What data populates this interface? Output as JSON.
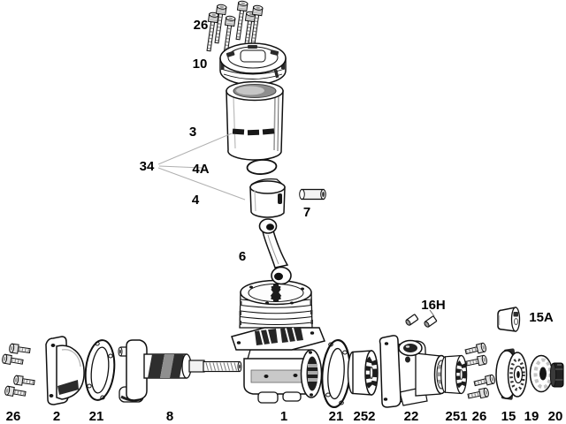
{
  "figure": {
    "type": "exploded-parts-diagram",
    "subject": "model engine exploded view",
    "colors": {
      "background": "#ffffff",
      "line": "#111111",
      "dark_fill": "#222222",
      "mid_gray": "#999999",
      "light_gray": "#e8e8e8"
    },
    "labels": {
      "top_screws": "26",
      "cylinder_head": "10",
      "cylinder_liner": "3",
      "piston_set": "34",
      "piston_ring": "4A",
      "piston": "4",
      "piston_pin": "7",
      "connecting_rod": "6",
      "carb_retainer_pins": "16H",
      "prop_nut_cone": "15A",
      "rear_screws": "26",
      "backplate": "2",
      "rear_gasket": "21",
      "crankshaft": "8",
      "crankcase": "1",
      "front_gasket": "21",
      "bearing_252": "252",
      "front_housing": "22",
      "bearing_251": "251",
      "front_screws": "26",
      "drive_washer": "15",
      "prop_washer": "19",
      "prop_nut": "20"
    }
  }
}
